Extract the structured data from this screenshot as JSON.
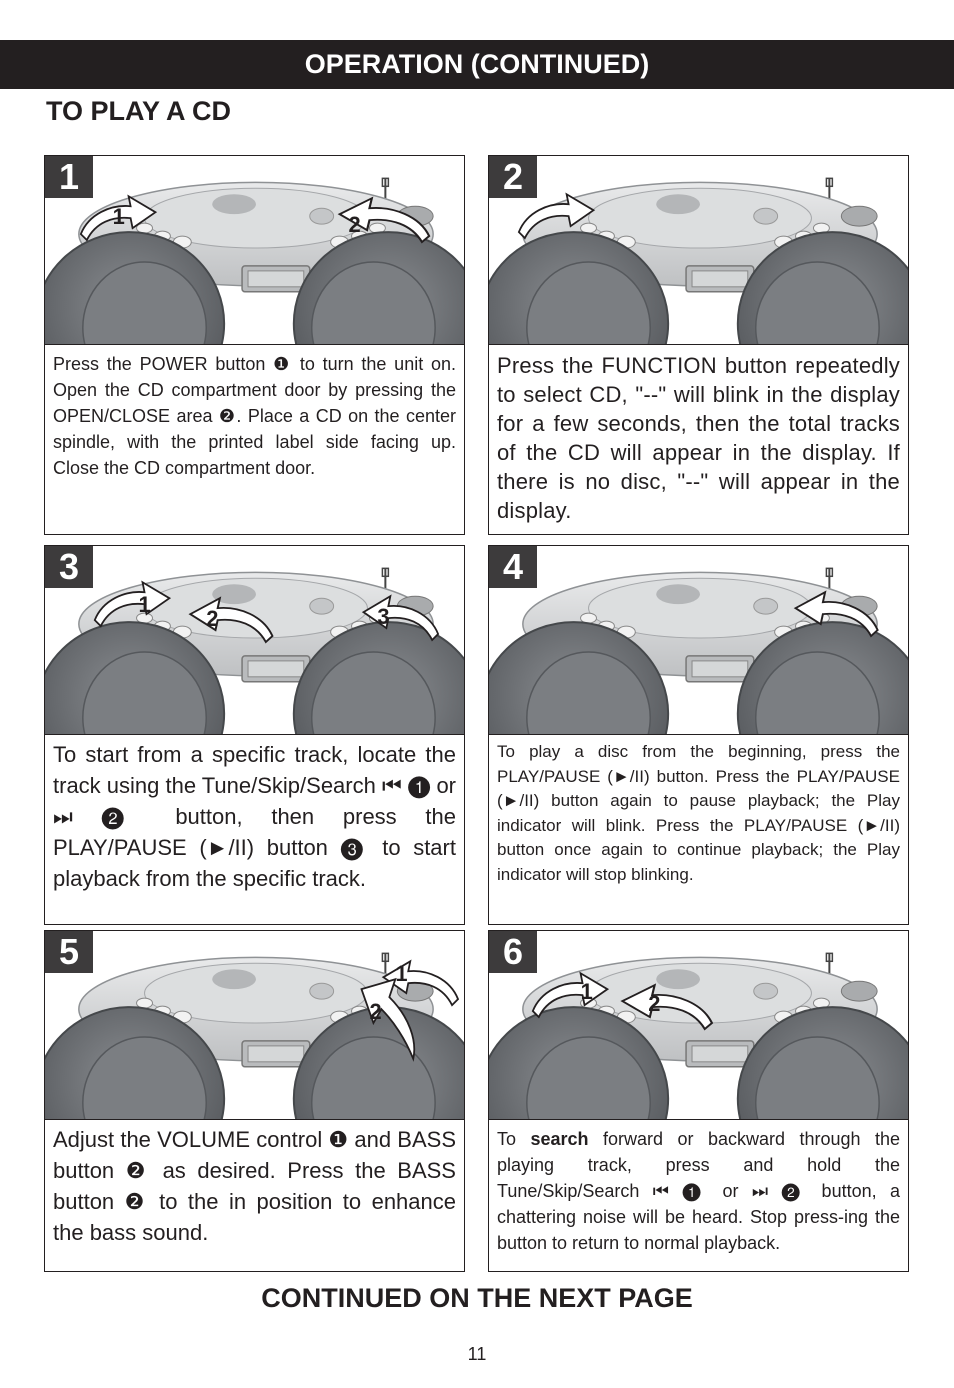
{
  "header": {
    "banner": "OPERATION (CONTINUED)",
    "section_title": "TO PLAY A CD"
  },
  "steps": [
    {
      "number": "1",
      "callouts": [
        "1",
        "2"
      ],
      "text": "Press the POWER button ❶ to turn the unit on. Open the CD compartment door by pressing the OPEN/CLOSE area ❷. Place a CD on the center spindle, with the printed label side facing up. Close the CD compartment door."
    },
    {
      "number": "2",
      "callouts": [],
      "text": "Press the FUNCTION button repeatedly to select CD, \"--\" will blink in the display for a few seconds, then the total tracks of  the CD will appear in the display. If there is no disc, \"--\" will appear in the display."
    },
    {
      "number": "3",
      "callouts": [
        "1",
        "2",
        "3"
      ],
      "text": "To start from a specific track, locate the track using the Tune/Skip/Search ⏮ ❶ or ⏭ ❷ button, then press the PLAY/PAUSE (►/II) button ❸ to start playback from the specific track."
    },
    {
      "number": "4",
      "callouts": [],
      "text": "To play a disc from the beginning, press the PLAY/PAUSE (►/II) button. Press the PLAY/PAUSE (►/II) button again to pause playback; the Play indicator will blink. Press the PLAY/PAUSE (►/II) button once again to continue playback; the Play indicator will stop blinking."
    },
    {
      "number": "5",
      "callouts": [
        "1",
        "2"
      ],
      "text": "Adjust the VOLUME control ❶ and BASS button ❷ as desired. Press the BASS button ❷ to the in position to enhance the bass sound."
    },
    {
      "number": "6",
      "callouts": [
        "1",
        "2"
      ],
      "text_before": "To ",
      "text_bold": "search",
      "text_after": " forward or backward through the playing track, press and hold the Tune/Skip/Search ⏮ ❶ or ⏭ ❷ button, a chattering noise will be heard. Stop press-ing the button to return to normal playback."
    }
  ],
  "footer": {
    "continued": "CONTINUED ON THE NEXT PAGE",
    "page_number": "11"
  }
}
